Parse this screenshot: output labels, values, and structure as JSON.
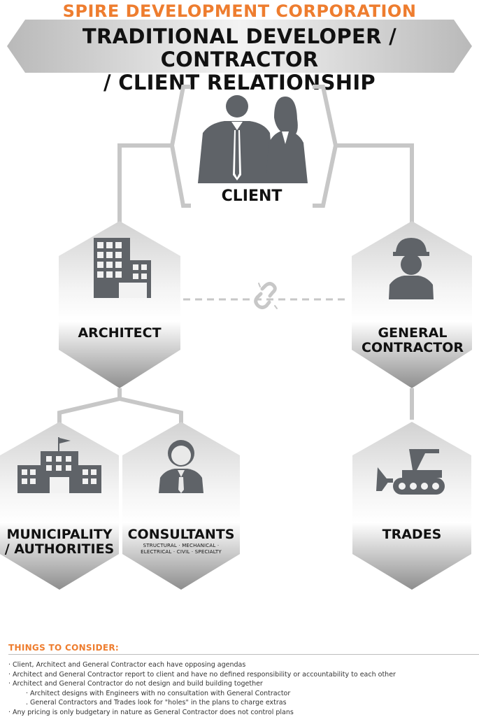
{
  "header": {
    "company": "SPIRE DEVELOPMENT CORPORATION",
    "title_line1": "TRADITIONAL DEVELOPER / CONTRACTOR",
    "title_line2": "/ CLIENT RELATIONSHIP"
  },
  "nodes": {
    "client": "CLIENT",
    "architect": "ARCHITECT",
    "gc_line1": "GENERAL",
    "gc_line2": "CONTRACTOR",
    "municipality_line1": "MUNICIPALITY",
    "municipality_line2": "/ AUTHORITIES",
    "consultants": "CONSULTANTS",
    "consultants_sub1": "STRUCTURAL · MECHANICAL ·",
    "consultants_sub2": "ELECTRICAL · CIVIL · SPECIALTY",
    "trades": "TRADES"
  },
  "icons": {
    "client": "business-people-icon",
    "architect": "office-building-icon",
    "gc": "hard-hat-worker-icon",
    "municipality": "government-building-icon",
    "consultants": "person-with-tie-icon",
    "trades": "bulldozer-icon",
    "link": "broken-link-icon"
  },
  "considerations": {
    "title": "THINGS TO CONSIDER:",
    "items": [
      "· Client, Architect and General Contractor each have opposing agendas",
      "· Architect and General Contractor report to client and have no defined responsibility or accountability to each other",
      "· Architect and General Contractor do not design and build building together",
      "· Architect designs with Engineers with no consultation with General Contractor",
      ". General Contractors and Trades look for \"holes\" in the plans to charge extras",
      "· Any pricing is only budgetary in nature as General Contractor does not control plans"
    ]
  },
  "colors": {
    "accent": "#ee7d2f",
    "icon": "#5f6368",
    "connector": "#c7c7c7"
  }
}
